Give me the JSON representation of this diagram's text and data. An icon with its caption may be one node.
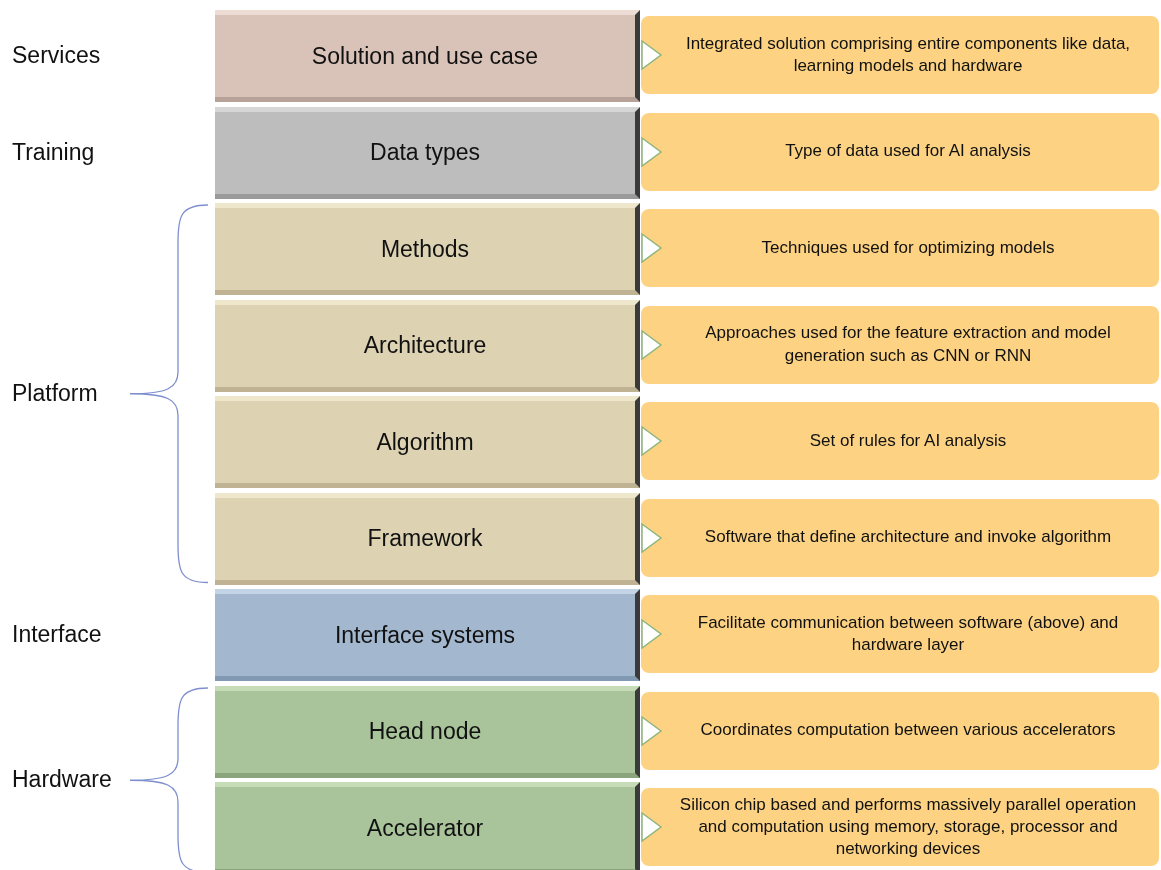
{
  "diagram": {
    "nodes": [
      {
        "text": [
          "Solution and use case"
        ]
      },
      {
        "text": [
          "Data types"
        ]
      },
      {
        "text": [
          "Methods"
        ]
      },
      {
        "text": [
          "Architecture"
        ]
      },
      {
        "text": [
          "Algorithm"
        ]
      },
      {
        "text": [
          "Framework"
        ]
      },
      {
        "text": [
          "Interface systems"
        ]
      },
      {
        "text": [
          "Head node"
        ]
      },
      {
        "text": [
          "Accelerator"
        ]
      },
      {
        "text": [
          "Integrated solution comprising entire components like data, learning models and hardware"
        ]
      },
      {
        "text": [
          "Type of data used for AI analysis"
        ]
      },
      {
        "text": [
          "Techniques used for optimizing models"
        ]
      },
      {
        "text": [
          "Approaches used for the feature extraction and model generation such as CNN or RNN"
        ]
      },
      {
        "text": [
          "Set of rules for AI analysis"
        ]
      },
      {
        "text": [
          "Software that define architecture and invoke algorithm"
        ]
      },
      {
        "text": [
          "Facilitate communication between software (above) and hardware layer"
        ]
      },
      {
        "text": [
          "Coordinates computation between various accelerators"
        ]
      },
      {
        "text": [
          "Silicon chip based and performs massively parallel operation and computation using memory, storage, processor and networking devices"
        ]
      }
    ],
    "labels": [
      "Services",
      "Training",
      "Platform",
      "Interface",
      "Hardware"
    ]
  }
}
